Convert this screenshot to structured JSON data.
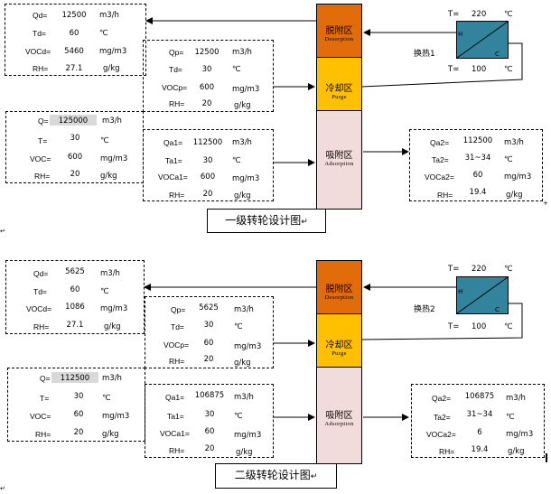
{
  "stage1": {
    "title": "一级转轮设计图",
    "desorption": {
      "name": "脱附区",
      "sub": "Desorption",
      "color": "#e36c0a"
    },
    "purge": {
      "name": "冷却区",
      "sub": "Purge",
      "color": "#ffc000"
    },
    "adsorption": {
      "name": "吸附区",
      "sub": "Adsorption",
      "color": "#f2dcdb"
    },
    "exchanger": {
      "label": "换热1",
      "t_hot_label": "T=",
      "t_hot": "220",
      "t_hot_unit": "℃",
      "t_cold_label": "T=",
      "t_cold": "100",
      "t_cold_unit": "℃",
      "h": "H",
      "c": "C"
    },
    "desorb_out": [
      {
        "k": "Qd=",
        "v": "12500",
        "u": "m3/h"
      },
      {
        "k": "Td=",
        "v": "60",
        "u": "℃"
      },
      {
        "k": "VOCd=",
        "v": "5460",
        "u": "mg/m3"
      },
      {
        "k": "RH=",
        "v": "27.1",
        "u": "g/kg"
      }
    ],
    "purge_in": [
      {
        "k": "Qp=",
        "v": "12500",
        "u": "m3/h"
      },
      {
        "k": "Td=",
        "v": "30",
        "u": "℃"
      },
      {
        "k": "VOCp=",
        "v": "600",
        "u": "mg/m3"
      },
      {
        "k": "RH=",
        "v": "20",
        "u": "g/kg"
      }
    ],
    "inlet": [
      {
        "k": "Q=",
        "v": "125000",
        "u": "m3/h"
      },
      {
        "k": "T=",
        "v": "30",
        "u": "℃"
      },
      {
        "k": "VOC=",
        "v": "600",
        "u": "mg/m3"
      },
      {
        "k": "RH=",
        "v": "20",
        "u": "g/kg"
      }
    ],
    "adsorb_in": [
      {
        "k": "Qa1=",
        "v": "112500",
        "u": "m3/h"
      },
      {
        "k": "Ta1=",
        "v": "30",
        "u": "℃"
      },
      {
        "k": "VOCa1=",
        "v": "600",
        "u": "mg/m3"
      },
      {
        "k": "RH=",
        "v": "20",
        "u": "g/kg"
      }
    ],
    "adsorb_out": [
      {
        "k": "Qa2=",
        "v": "112500",
        "u": "m3/h"
      },
      {
        "k": "Ta2=",
        "v": "31~34",
        "u": "℃"
      },
      {
        "k": "VOCa2=",
        "v": "60",
        "u": "mg/m3"
      },
      {
        "k": "RH=",
        "v": "19.4",
        "u": "g/kg"
      }
    ]
  },
  "stage2": {
    "title": "二级转轮设计图",
    "desorption": {
      "name": "脱附区",
      "sub": "Desorption",
      "color": "#e36c0a"
    },
    "purge": {
      "name": "冷却区",
      "sub": "Purge",
      "color": "#ffc000"
    },
    "adsorption": {
      "name": "吸附区",
      "sub": "Adsorption",
      "color": "#f2dcdb"
    },
    "exchanger": {
      "label": "换热2",
      "t_hot_label": "T=",
      "t_hot": "220",
      "t_hot_unit": "℃",
      "t_cold_label": "T=",
      "t_cold": "100",
      "t_cold_unit": "℃",
      "h": "H",
      "c": "C"
    },
    "desorb_out": [
      {
        "k": "Qd=",
        "v": "5625",
        "u": "m3/h"
      },
      {
        "k": "Td=",
        "v": "60",
        "u": "℃"
      },
      {
        "k": "VOCd=",
        "v": "1086",
        "u": "mg/m3"
      },
      {
        "k": "RH=",
        "v": "27.1",
        "u": "g/kg"
      }
    ],
    "purge_in": [
      {
        "k": "Qp=",
        "v": "5625",
        "u": "m3/h"
      },
      {
        "k": "Td=",
        "v": "30",
        "u": "℃"
      },
      {
        "k": "VOCp=",
        "v": "60",
        "u": "mg/m3"
      },
      {
        "k": "RH=",
        "v": "20",
        "u": "g/kg"
      }
    ],
    "inlet": [
      {
        "k": "Q=",
        "v": "112500",
        "u": "m3/h"
      },
      {
        "k": "T=",
        "v": "30",
        "u": "℃"
      },
      {
        "k": "VOC=",
        "v": "60",
        "u": "mg/m3"
      },
      {
        "k": "RH=",
        "v": "20",
        "u": "g/kg"
      }
    ],
    "adsorb_in": [
      {
        "k": "Qa1=",
        "v": "106875",
        "u": "m3/h"
      },
      {
        "k": "Ta1=",
        "v": "30",
        "u": "℃"
      },
      {
        "k": "VOCa1=",
        "v": "60",
        "u": "mg/m3"
      },
      {
        "k": "RH=",
        "v": "20",
        "u": "g/kg"
      }
    ],
    "adsorb_out": [
      {
        "k": "Qa2=",
        "v": "106875",
        "u": "m3/h"
      },
      {
        "k": "Ta2=",
        "v": "31~34",
        "u": "℃"
      },
      {
        "k": "VOCa2=",
        "v": "6",
        "u": "mg/m3"
      },
      {
        "k": "RH=",
        "v": "19.4",
        "u": "g/kg"
      }
    ]
  },
  "colors": {
    "exchanger": "#31849b",
    "line": "#000000",
    "inlet_highlight": "#d9d9d9"
  },
  "marks": {
    "paragraph": "↵",
    "cross": "+"
  }
}
